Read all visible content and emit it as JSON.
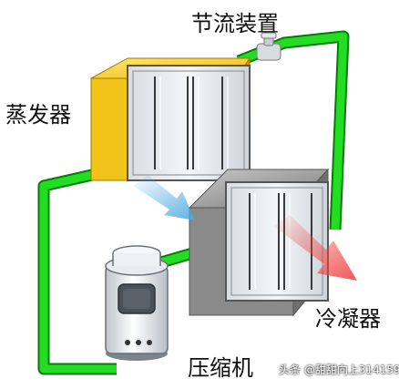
{
  "labels": {
    "throttle_device": "节流装置",
    "evaporator": "蒸发器",
    "condenser": "冷凝器",
    "compressor": "压缩机"
  },
  "watermark": "头条 @甜甜向上314159",
  "colors": {
    "pipe": "#22dd22",
    "pipe_edge": "#0a7a0a",
    "evaporator_frame": "#f2c318",
    "condenser_frame": "#8a8a8a",
    "cold_air_arrow": "#4aa8e0",
    "hot_air_arrow": "#ee4444"
  }
}
